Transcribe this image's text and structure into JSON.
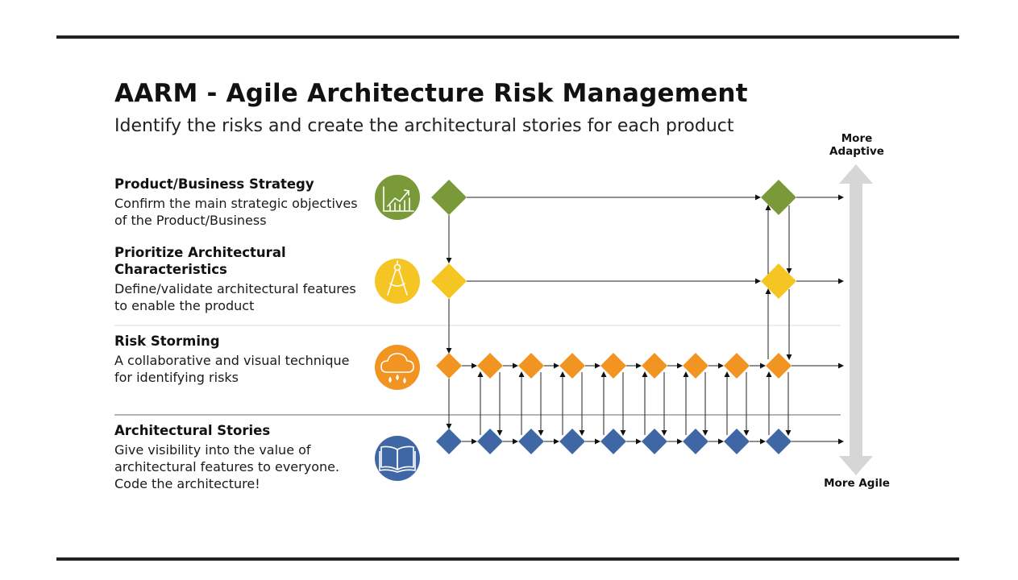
{
  "title": "AARM - Agile Architecture Risk Management",
  "subtitle": "Identify the risks and create the architectural stories for each product",
  "rows": [
    {
      "heading": "Product/Business Strategy",
      "description": "Confirm the main strategic objectives of the Product/Business",
      "icon": "growth-chart-icon",
      "color": "#7a9a3a"
    },
    {
      "heading": "Prioritize Architectural Characteristics",
      "description": "Define/validate architectural features to enable the product",
      "icon": "compass-icon",
      "color": "#f5c623"
    },
    {
      "heading": "Risk Storming",
      "description": "A collaborative and visual technique for identifying risks",
      "icon": "storm-cloud-icon",
      "color": "#f29422"
    },
    {
      "heading": "Architectural Stories",
      "description": "Give visibility into the value of architectural features to everyone. Code the architecture!",
      "icon": "open-book-icon",
      "color": "#3f67a6"
    }
  ],
  "axis": {
    "top_label": "More Adaptive",
    "bottom_label": "More Agile"
  }
}
